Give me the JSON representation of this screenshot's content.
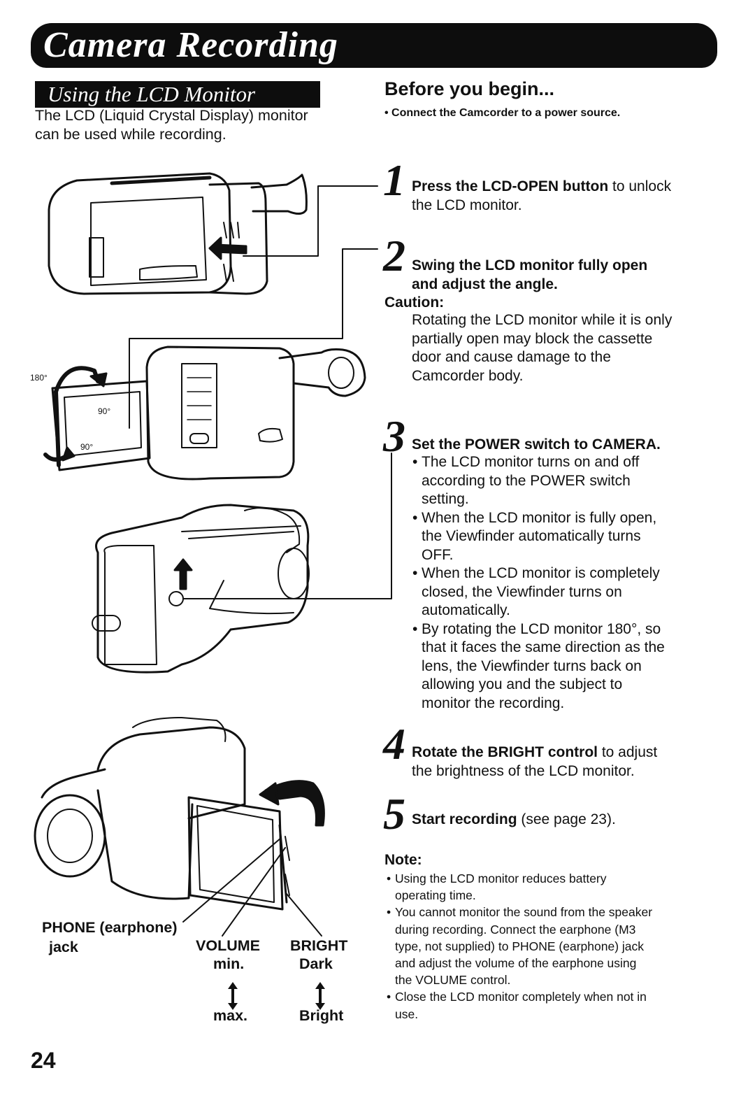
{
  "header": {
    "title": "Camera Recording",
    "subtitle": "Using the LCD Monitor"
  },
  "intro": {
    "line1": "The LCD (Liquid Crystal Display) monitor",
    "line2": "can be used while recording."
  },
  "before": {
    "heading": "Before you begin...",
    "bullet": "• Connect the Camcorder to a power source."
  },
  "steps": [
    {
      "num": "1",
      "bold": "Press the LCD-OPEN button",
      "rest": " to unlock",
      "line2": "the LCD monitor."
    },
    {
      "num": "2",
      "bold": "Swing the LCD monitor fully open",
      "line2": "and adjust the angle."
    },
    {
      "num": "3",
      "bold": "Set the POWER switch to CAMERA."
    },
    {
      "num": "4",
      "bold": "Rotate the BRIGHT control",
      "rest": " to adjust",
      "line2": "the brightness of the LCD monitor."
    },
    {
      "num": "5",
      "bold": "Start recording",
      "rest": " (see page 23)."
    }
  ],
  "caution": {
    "heading": "Caution:",
    "lines": [
      "Rotating the LCD monitor while it is only",
      "partially open may block the cassette",
      "door and cause damage to the",
      "Camcorder body."
    ]
  },
  "step3_bullets": [
    [
      "The LCD monitor turns on and off",
      "according to the POWER switch",
      "setting."
    ],
    [
      "When the LCD monitor is fully open,",
      "the Viewfinder automatically turns",
      "OFF."
    ],
    [
      "When the LCD monitor is completely",
      "closed, the Viewfinder turns on",
      "automatically."
    ],
    [
      "By rotating the LCD monitor 180°, so",
      "that it faces the same direction as the",
      "lens, the Viewfinder turns back on",
      "allowing you and the subject to",
      "monitor the recording."
    ]
  ],
  "note": {
    "heading": "Note:",
    "bullets": [
      [
        "Using the LCD monitor reduces battery",
        "operating time."
      ],
      [
        "You cannot monitor the sound from the speaker",
        "during recording. Connect the earphone (M3",
        "type, not supplied) to PHONE (earphone) jack",
        "and adjust the volume of the earphone using",
        "the VOLUME control."
      ],
      [
        "Close the LCD monitor completely when not in",
        "use."
      ]
    ]
  },
  "figure": {
    "angle_180": "180°",
    "angle_90a": "90°",
    "angle_90b": "90°",
    "phone_line1": "PHONE (earphone)",
    "phone_line2": "jack",
    "volume": "VOLUME",
    "volume_min": "min.",
    "volume_max": "max.",
    "bright": "BRIGHT",
    "bright_dark": "Dark",
    "bright_bright": "Bright"
  },
  "page_number": "24",
  "colors": {
    "ink": "#111111",
    "banner": "#0d0d0d",
    "paper": "#ffffff"
  }
}
